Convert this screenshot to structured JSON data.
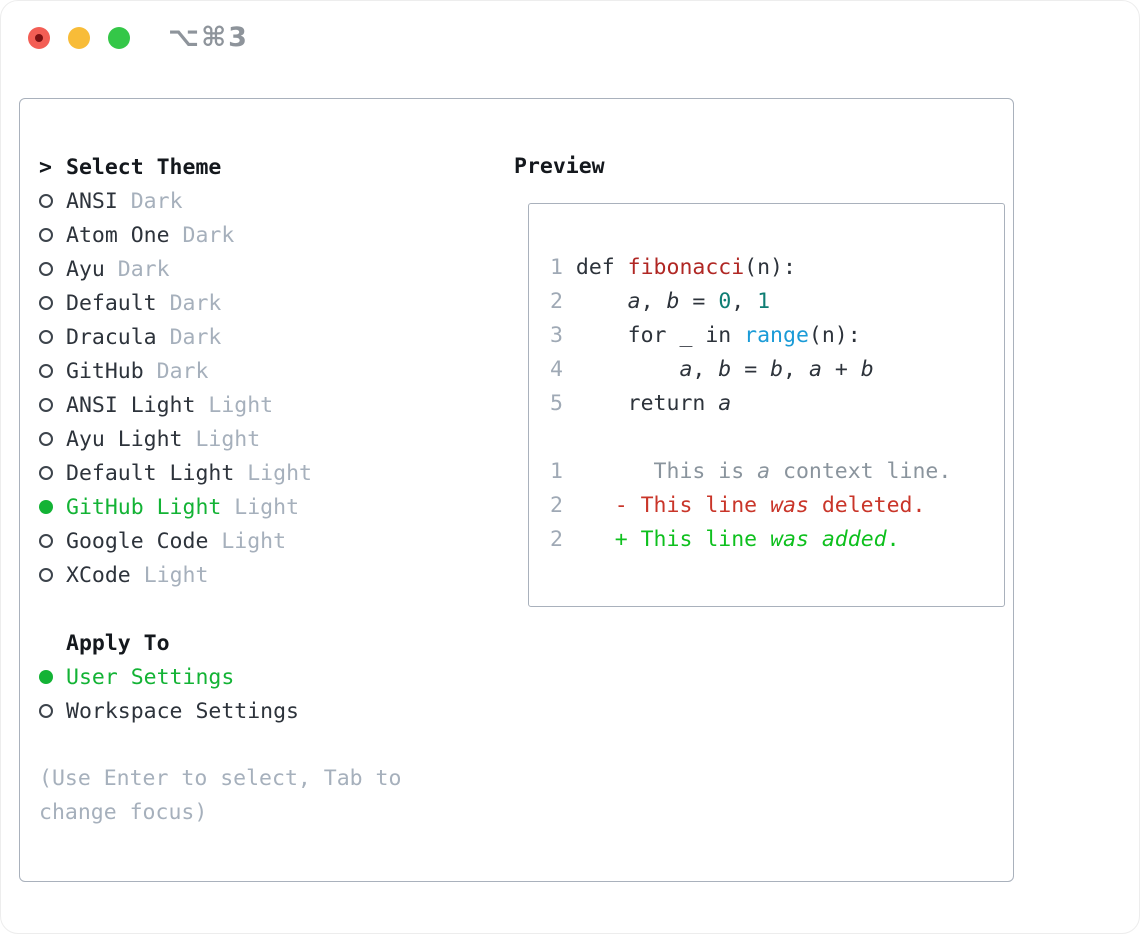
{
  "window": {
    "title": "⌥⌘3"
  },
  "traffic_lights": [
    {
      "name": "close",
      "color": "#f35e55",
      "has_dot": true
    },
    {
      "name": "minimize",
      "color": "#f8bc38",
      "has_dot": false
    },
    {
      "name": "zoom",
      "color": "#34c748",
      "has_dot": false
    }
  ],
  "theme_list": {
    "prompt": ">",
    "header": "Select Theme",
    "items": [
      {
        "name": "ANSI",
        "tag": "Dark",
        "selected": false
      },
      {
        "name": "Atom One",
        "tag": "Dark",
        "selected": false
      },
      {
        "name": "Ayu",
        "tag": "Dark",
        "selected": false
      },
      {
        "name": "Default",
        "tag": "Dark",
        "selected": false
      },
      {
        "name": "Dracula",
        "tag": "Dark",
        "selected": false
      },
      {
        "name": "GitHub",
        "tag": "Dark",
        "selected": false
      },
      {
        "name": "ANSI Light",
        "tag": "Light",
        "selected": false
      },
      {
        "name": "Ayu Light",
        "tag": "Light",
        "selected": false
      },
      {
        "name": "Default Light",
        "tag": "Light",
        "selected": false
      },
      {
        "name": "GitHub Light",
        "tag": "Light",
        "selected": true
      },
      {
        "name": "Google Code",
        "tag": "Light",
        "selected": false
      },
      {
        "name": "XCode",
        "tag": "Light",
        "selected": false
      }
    ]
  },
  "apply_to": {
    "header": "Apply To",
    "options": [
      {
        "label": "User Settings",
        "selected": true
      },
      {
        "label": "Workspace Settings",
        "selected": false
      }
    ]
  },
  "hint_lines": [
    "(Use Enter to select, Tab to",
    "change focus)"
  ],
  "preview": {
    "header": "Preview",
    "lines": [
      {
        "num": "1",
        "tokens": [
          {
            "t": "def ",
            "k": "pl"
          },
          {
            "t": "fibonacci",
            "k": "fn"
          },
          {
            "t": "(n):",
            "k": "pl"
          }
        ]
      },
      {
        "num": "2",
        "tokens": [
          {
            "t": "    ",
            "k": "pl"
          },
          {
            "t": "a",
            "k": "pl",
            "i": true
          },
          {
            "t": ", ",
            "k": "pl"
          },
          {
            "t": "b",
            "k": "pl",
            "i": true
          },
          {
            "t": " = ",
            "k": "pl"
          },
          {
            "t": "0",
            "k": "num"
          },
          {
            "t": ", ",
            "k": "pl"
          },
          {
            "t": "1",
            "k": "num"
          }
        ]
      },
      {
        "num": "3",
        "tokens": [
          {
            "t": "    for _ in ",
            "k": "pl"
          },
          {
            "t": "range",
            "k": "fn2"
          },
          {
            "t": "(n):",
            "k": "pl"
          }
        ]
      },
      {
        "num": "4",
        "tokens": [
          {
            "t": "        ",
            "k": "pl"
          },
          {
            "t": "a",
            "k": "pl",
            "i": true
          },
          {
            "t": ", ",
            "k": "pl"
          },
          {
            "t": "b",
            "k": "pl",
            "i": true
          },
          {
            "t": " = ",
            "k": "pl"
          },
          {
            "t": "b",
            "k": "pl",
            "i": true
          },
          {
            "t": ", ",
            "k": "pl"
          },
          {
            "t": "a",
            "k": "pl",
            "i": true
          },
          {
            "t": " + ",
            "k": "pl"
          },
          {
            "t": "b",
            "k": "pl",
            "i": true
          }
        ]
      },
      {
        "num": "5",
        "tokens": [
          {
            "t": "    return ",
            "k": "pl"
          },
          {
            "t": "a",
            "k": "pl",
            "i": true
          }
        ]
      },
      {
        "num": "",
        "tokens": []
      },
      {
        "num": "1",
        "tokens": [
          {
            "t": "      This is ",
            "k": "ctx"
          },
          {
            "t": "a",
            "k": "ctx",
            "i": true
          },
          {
            "t": " context line.",
            "k": "ctx"
          }
        ]
      },
      {
        "num": "2",
        "tokens": [
          {
            "t": "   - This line ",
            "k": "del"
          },
          {
            "t": "was",
            "k": "del",
            "i": true
          },
          {
            "t": " deleted.",
            "k": "del"
          }
        ]
      },
      {
        "num": "2",
        "tokens": [
          {
            "t": "   + This line ",
            "k": "add"
          },
          {
            "t": "was",
            "k": "add",
            "i": true
          },
          {
            "t": " ",
            "k": "add"
          },
          {
            "t": "added",
            "k": "add",
            "i": true
          },
          {
            "t": ".",
            "k": "add"
          }
        ]
      }
    ]
  },
  "colors": {
    "accent_green": "#13b335",
    "added_green": "#0ec01e",
    "deleted_red": "#c93529",
    "function_red": "#b02724",
    "number_teal": "#0f7e74",
    "builtin_blue": "#1a9bd7",
    "text_dark": "#2d333b",
    "dim_gray": "#a6b0bc",
    "line_number_gray": "#9fa9b5",
    "context_gray": "#8a949d",
    "border_gray": "#a9b1bc",
    "title_gray": "#8e949b",
    "traffic_red": "#f35e55",
    "traffic_yellow": "#f8bc38",
    "traffic_green": "#34c748"
  }
}
